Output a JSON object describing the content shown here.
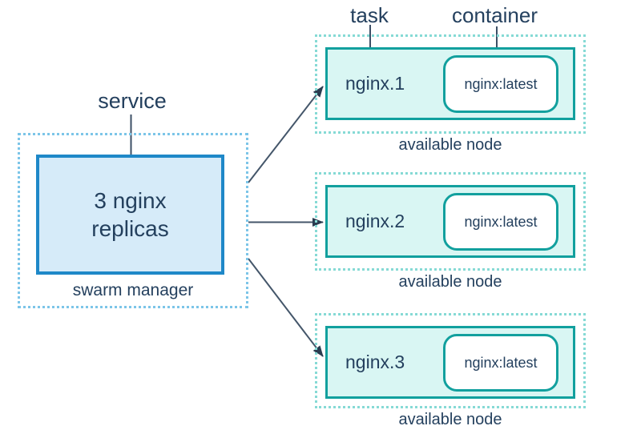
{
  "diagram_labels": {
    "service": "service",
    "task": "task",
    "container": "container"
  },
  "swarm_manager": {
    "service_line1": "3 nginx",
    "service_line2": "replicas",
    "caption": "swarm manager"
  },
  "nodes": [
    {
      "task_name": "nginx.1",
      "container_image": "nginx:latest",
      "caption": "available node"
    },
    {
      "task_name": "nginx.2",
      "container_image": "nginx:latest",
      "caption": "available node"
    },
    {
      "task_name": "nginx.3",
      "container_image": "nginx:latest",
      "caption": "available node"
    }
  ],
  "colors": {
    "manager_border": "#1e88c8",
    "manager_fill": "#d6ebf9",
    "manager_dotted_border": "#7cc5e8",
    "node_border": "#12a09e",
    "node_fill": "#d9f6f3",
    "node_dotted_border": "#86dad5",
    "container_fill": "#ffffff",
    "text": "#24405e",
    "arrow_line": "#44566a",
    "arrow_head": "#2b3c50"
  }
}
